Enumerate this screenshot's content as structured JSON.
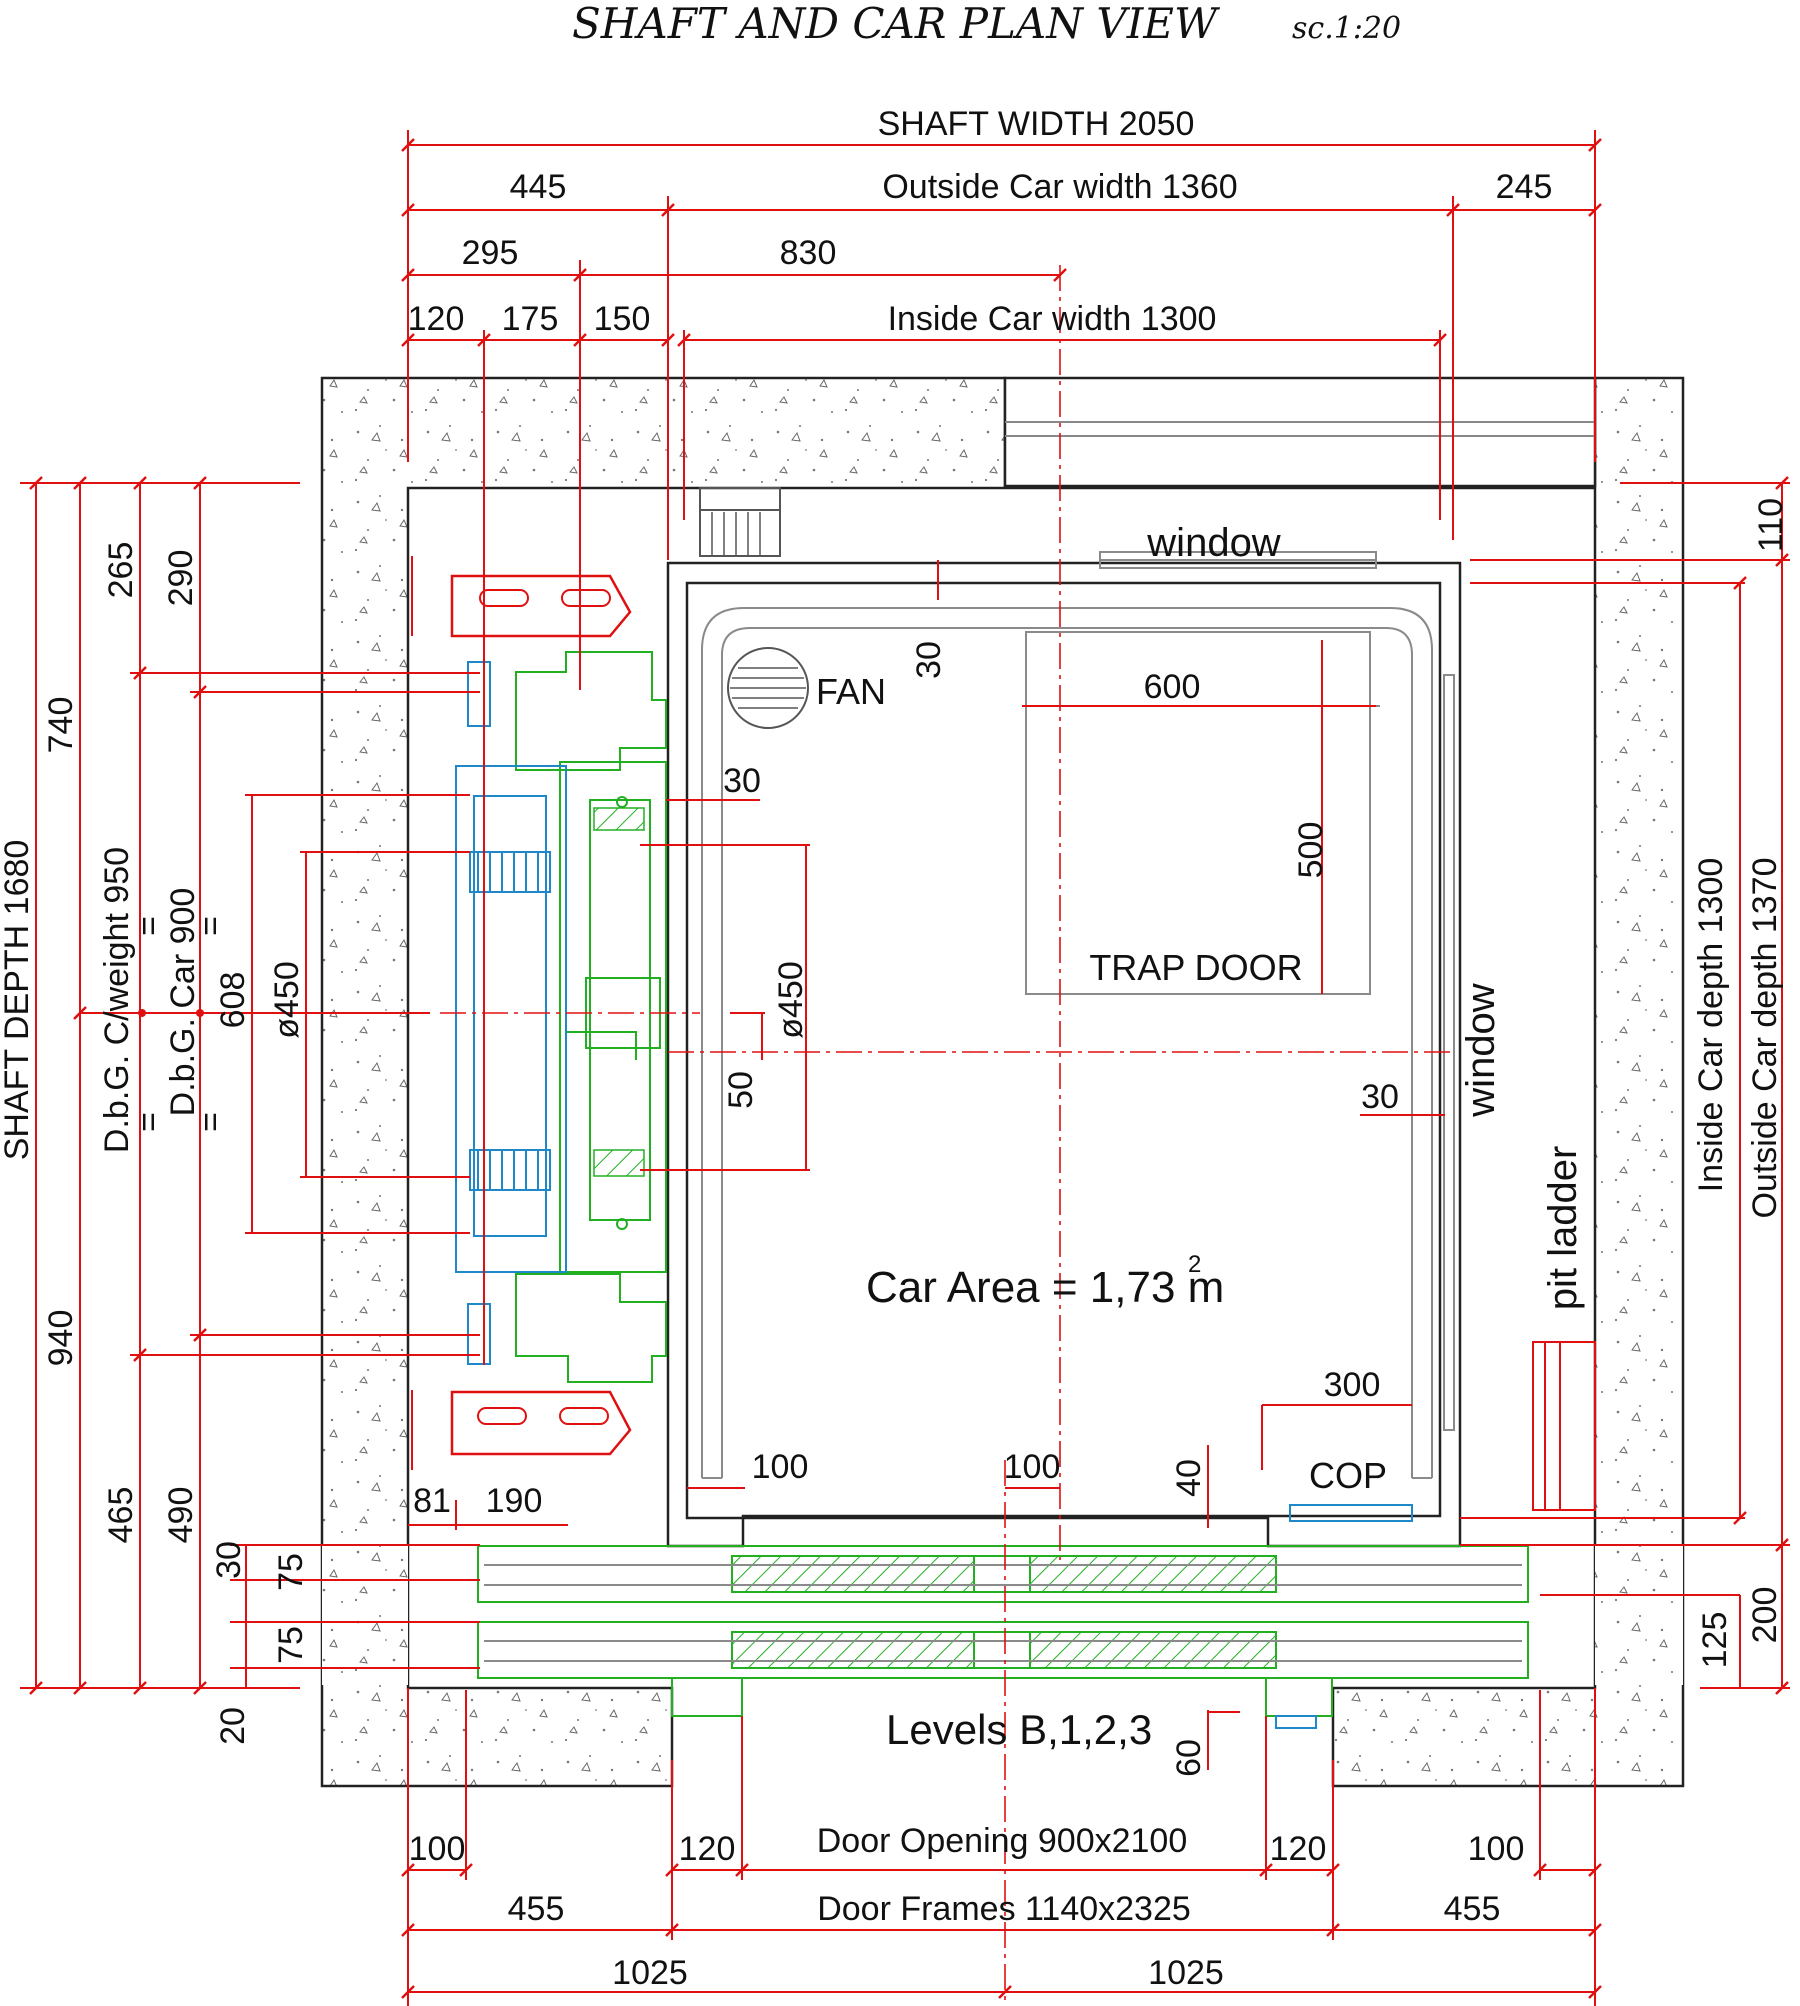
{
  "title": {
    "main": "SHAFT AND CAR PLAN VIEW",
    "scale": "sc.1:20"
  },
  "top_dims": {
    "shaft_width": "SHAFT WIDTH 2050",
    "d445": "445",
    "outside_car_width": "Outside Car width 1360",
    "d245": "245",
    "d295": "295",
    "d830": "830",
    "d120": "120",
    "d175": "175",
    "d150": "150",
    "inside_car_width": "Inside Car width 1300"
  },
  "left_dims": {
    "shaft_depth": "SHAFT DEPTH 1680",
    "dbg_cweight": "D.b.G. C/weight 950",
    "dbg_car": "D.b.G. Car 900",
    "d740": "740",
    "d940": "940",
    "d265": "265",
    "d290": "290",
    "d465": "465",
    "d490": "490",
    "d608": "608",
    "phi450_left": "ø450",
    "eq": "=",
    "d30": "30",
    "d75a": "75",
    "d75b": "75",
    "d20": "20"
  },
  "right_dims": {
    "d110": "110",
    "inside_car_depth": "Inside Car depth 1300",
    "outside_car_depth": "Outside Car depth 1370",
    "d125": "125",
    "d200": "200"
  },
  "inner_dims": {
    "d30_top": "30",
    "d600": "600",
    "d500": "500",
    "d30_guide": "30",
    "phi450_right": "ø450",
    "d50": "50",
    "d30_right": "30",
    "d300": "300",
    "d100_left": "100",
    "d100_center": "100",
    "d40": "40",
    "d81": "81",
    "d190": "190",
    "d60": "60"
  },
  "labels": {
    "window_top": "window",
    "window_right": "window",
    "fan": "FAN",
    "trap_door": "TRAP DOOR",
    "pit_ladder": "pit ladder",
    "car_area": "Car Area = 1,73 m",
    "car_area_exp": "2",
    "cop": "COP",
    "levels": "Levels B,1,2,3"
  },
  "bottom_dims": {
    "d100_left": "100",
    "d120_left": "120",
    "door_opening": "Door Opening 900x2100",
    "d120_right": "120",
    "d100_right": "100",
    "d455_left": "455",
    "door_frames": "Door Frames 1140x2325",
    "d455_right": "455",
    "d1025_left": "1025",
    "d1025_right": "1025"
  },
  "colors": {
    "dimension": "#e01010",
    "counterweight": "#1e88c8",
    "car_frame_and_doors": "#22b022",
    "car_outline": "#222222",
    "car_interior": "#8a8a8a"
  }
}
